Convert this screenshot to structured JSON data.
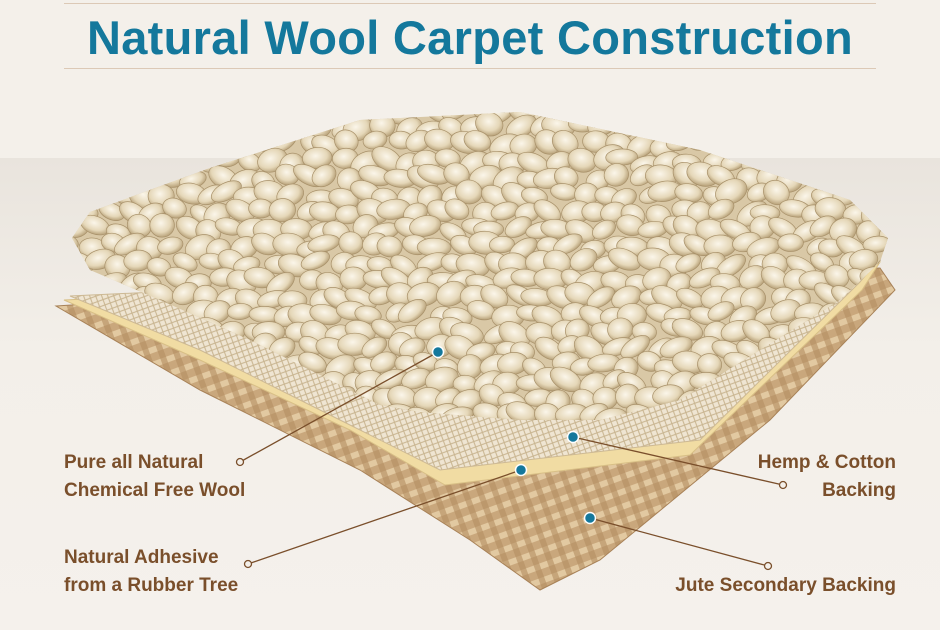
{
  "title": "Natural Wool Carpet Construction",
  "labels": {
    "wool": {
      "line1": "Pure all Natural",
      "line2": "Chemical Free Wool"
    },
    "adhesive": {
      "line1": "Natural Adhesive",
      "line2": "from a Rubber Tree"
    },
    "hemp": {
      "line1": "Hemp & Cotton",
      "line2": "Backing"
    },
    "jute": {
      "line1": "Jute Secondary Backing"
    }
  },
  "colors": {
    "title": "#14789c",
    "label": "#7a4f2b",
    "marker": "#14789c",
    "leader": "#7a4f2b"
  }
}
